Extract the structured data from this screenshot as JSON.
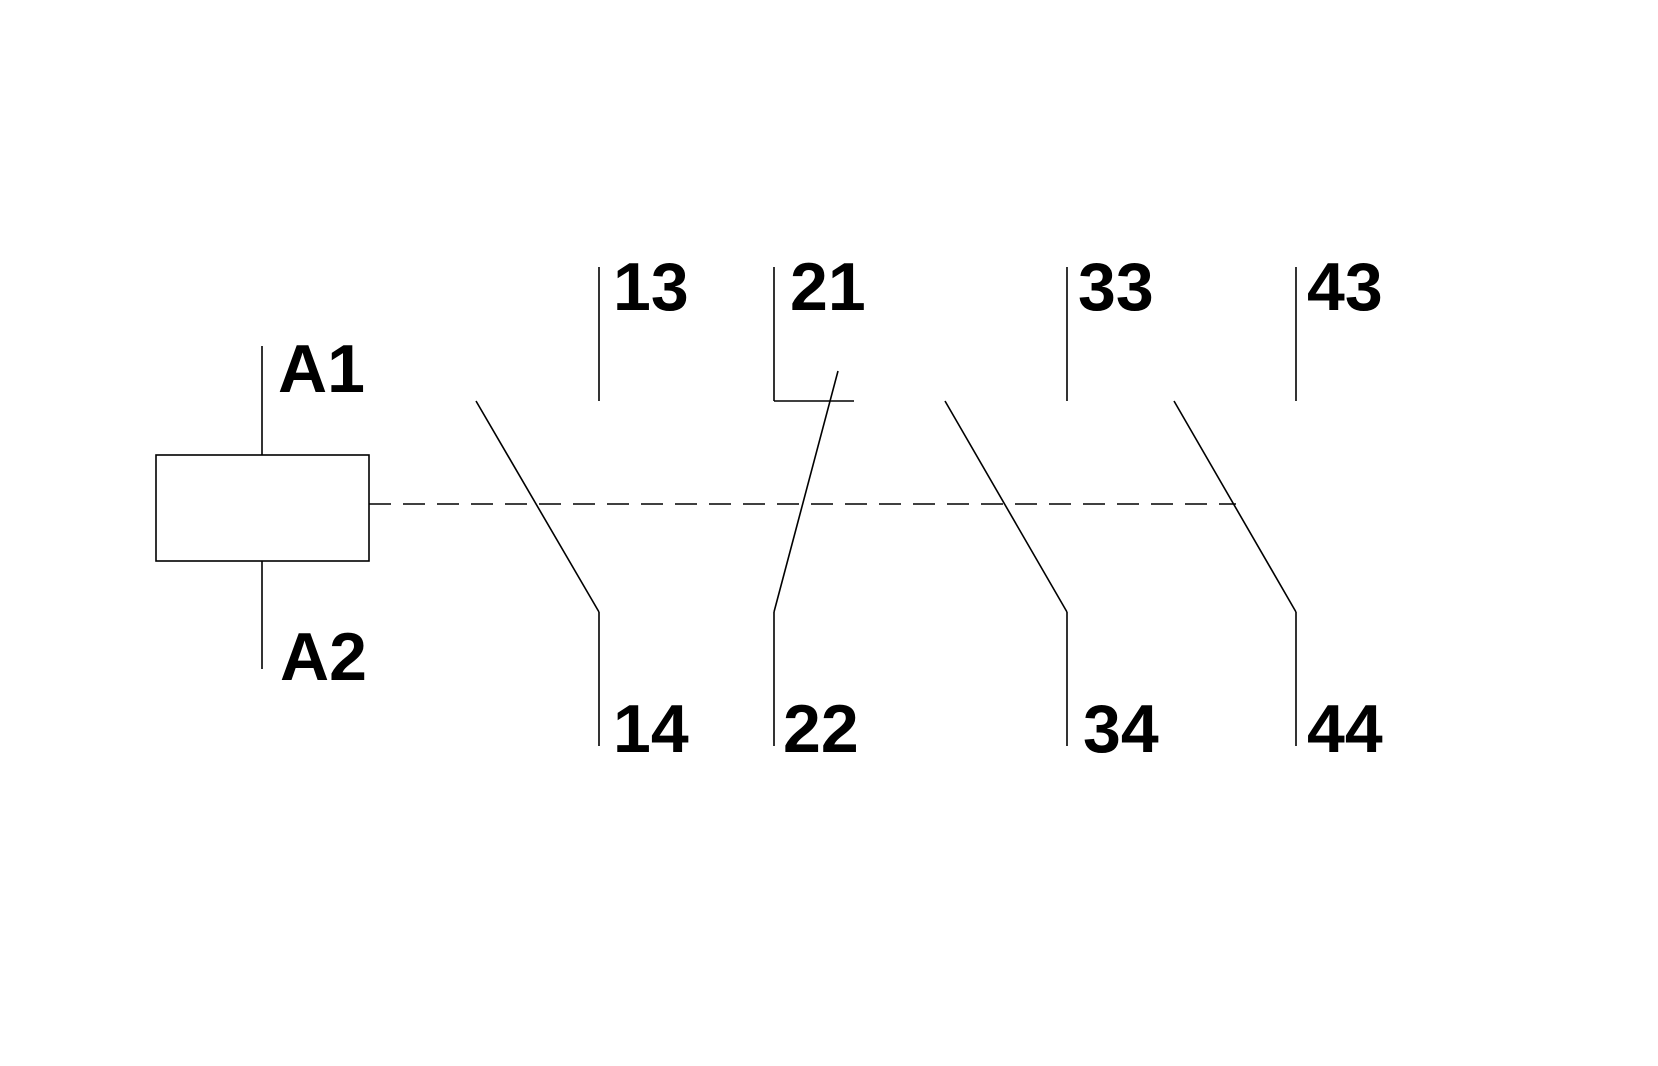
{
  "diagram": {
    "type": "contactor-symbol",
    "coil": {
      "top_terminal": "A1",
      "bottom_terminal": "A2"
    },
    "contacts": [
      {
        "kind": "normally-open",
        "top": "13",
        "bottom": "14"
      },
      {
        "kind": "normally-closed",
        "top": "21",
        "bottom": "22"
      },
      {
        "kind": "normally-open",
        "top": "33",
        "bottom": "34"
      },
      {
        "kind": "normally-open",
        "top": "43",
        "bottom": "44"
      }
    ]
  }
}
